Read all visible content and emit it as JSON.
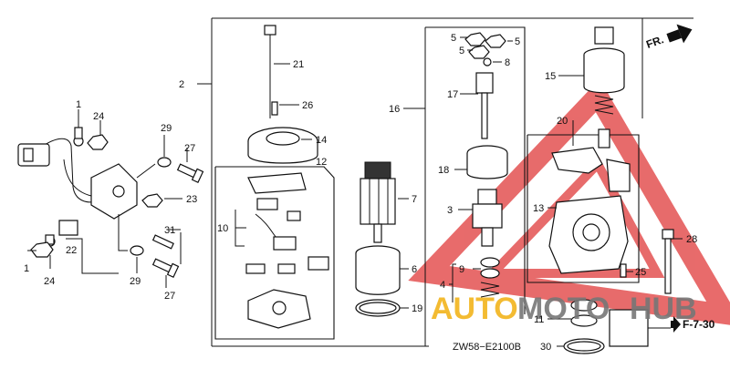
{
  "diagram": {
    "code": "ZW58−E2100B",
    "orientation": "FR.",
    "ref_page": "F-7-30",
    "watermark": {
      "prefix": "AUTO",
      "middle": "MOTO",
      "suffix": "HUB"
    },
    "labels": {
      "p1a": "1",
      "p1b": "1",
      "p2": "2",
      "p3": "3",
      "p4": "4",
      "p5a": "5",
      "p5b": "5",
      "p5c": "5",
      "p6": "6",
      "p7": "7",
      "p8": "8",
      "p9": "9",
      "p10": "10",
      "p11": "11",
      "p12": "12",
      "p13": "13",
      "p14": "14",
      "p15": "15",
      "p16": "16",
      "p17": "17",
      "p18": "18",
      "p19": "19",
      "p20": "20",
      "p21": "21",
      "p22": "22",
      "p23": "23",
      "p24a": "24",
      "p24b": "24",
      "p25": "25",
      "p26": "26",
      "p27a": "27",
      "p27b": "27",
      "p28": "28",
      "p29a": "29",
      "p29b": "29",
      "p30": "30",
      "p31": "31"
    },
    "colors": {
      "watermark_red": "#e03a3a",
      "watermark_yellow": "#f2b41c",
      "watermark_grey": "#777777"
    }
  }
}
